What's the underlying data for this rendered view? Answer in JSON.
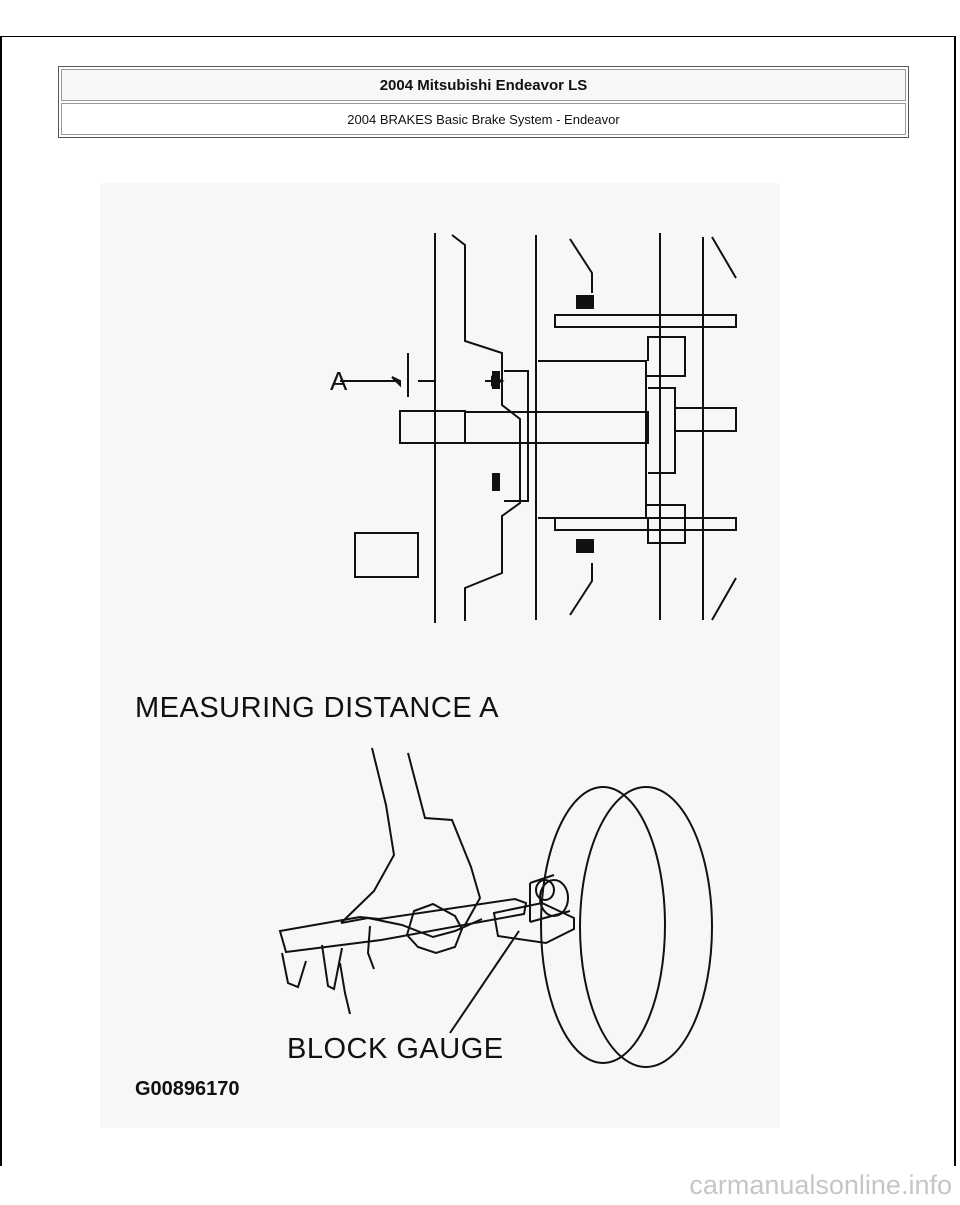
{
  "header": {
    "title": "2004 Mitsubishi Endeavor LS",
    "subtitle": "2004 BRAKES Basic Brake System - Endeavor"
  },
  "figure": {
    "label_a": "A",
    "caption": "MEASURING DISTANCE A",
    "callout": "BLOCK GAUGE",
    "figure_id": "G00896170"
  },
  "footer": {
    "watermark": "carmanualsonline.info"
  }
}
